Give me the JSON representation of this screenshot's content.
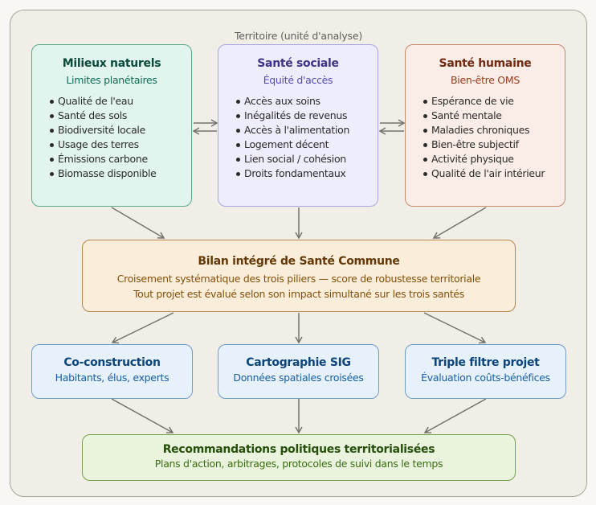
{
  "territory": {
    "label": "Territoire (unité d'analyse)"
  },
  "pillars": [
    {
      "title": "Milieux naturels",
      "subtitle": "Limites planétaires",
      "items": [
        "Qualité de l'eau",
        "Santé des sols",
        "Biodiversité locale",
        "Usage des terres",
        "Émissions carbone",
        "Biomasse disponible"
      ]
    },
    {
      "title": "Santé sociale",
      "subtitle": "Équité d'accès",
      "items": [
        "Accès aux soins",
        "Inégalités de revenus",
        "Accès à l'alimentation",
        "Logement décent",
        "Lien social / cohésion",
        "Droits fondamentaux"
      ]
    },
    {
      "title": "Santé humaine",
      "subtitle": "Bien-être OMS",
      "items": [
        "Espérance de vie",
        "Santé mentale",
        "Maladies chroniques",
        "Bien-être subjectif",
        "Activité physique",
        "Qualité de l'air intérieur"
      ]
    }
  ],
  "bilan": {
    "title": "Bilan intégré de Santé Commune",
    "line1": "Croisement systématique des trois piliers — score de robustesse territoriale",
    "line2": "Tout projet est évalué selon son impact simultané sur les trois santés"
  },
  "tools": [
    {
      "title": "Co-construction",
      "subtitle": "Habitants, élus, experts"
    },
    {
      "title": "Cartographie SIG",
      "subtitle": "Données spatiales croisées"
    },
    {
      "title": "Triple filtre projet",
      "subtitle": "Évaluation coûts-bénéfices"
    }
  ],
  "recommendations": {
    "title": "Recommandations politiques territorialisées",
    "subtitle": "Plans d'action, arbitrages, protocoles de suivi dans le temps"
  },
  "connectors": [
    {
      "from": "pillar-0",
      "to": "pillar-1",
      "type": "bidirectional"
    },
    {
      "from": "pillar-1",
      "to": "pillar-2",
      "type": "bidirectional"
    },
    {
      "from": "pillar-0",
      "to": "bilan"
    },
    {
      "from": "pillar-1",
      "to": "bilan"
    },
    {
      "from": "pillar-2",
      "to": "bilan"
    },
    {
      "from": "bilan",
      "to": "tool-0"
    },
    {
      "from": "bilan",
      "to": "tool-1"
    },
    {
      "from": "bilan",
      "to": "tool-2"
    },
    {
      "from": "tool-0",
      "to": "recommendations"
    },
    {
      "from": "tool-1",
      "to": "recommendations"
    },
    {
      "from": "tool-2",
      "to": "recommendations"
    }
  ]
}
